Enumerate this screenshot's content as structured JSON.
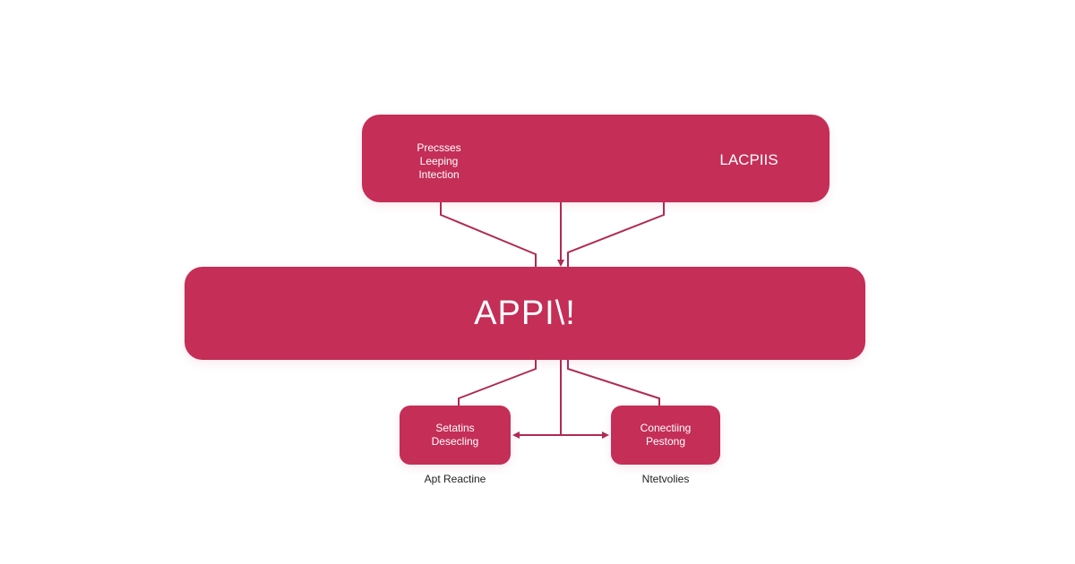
{
  "colors": {
    "box_fill": "#c42e57",
    "connector": "#b02a52",
    "text_on_box": "#ffffff",
    "caption_text": "#222222"
  },
  "top_box": {
    "left_text": [
      "Precsses",
      "Leeping",
      "Intection"
    ],
    "right_text": "LACPIIS"
  },
  "main_box": {
    "label": "APPI\\!"
  },
  "left_box": {
    "lines": [
      "Setatins",
      "Desecling"
    ],
    "caption": "Apt Reactine"
  },
  "right_box": {
    "lines": [
      "Conectiing",
      "Pestong"
    ],
    "caption": "Ntetvolies"
  }
}
